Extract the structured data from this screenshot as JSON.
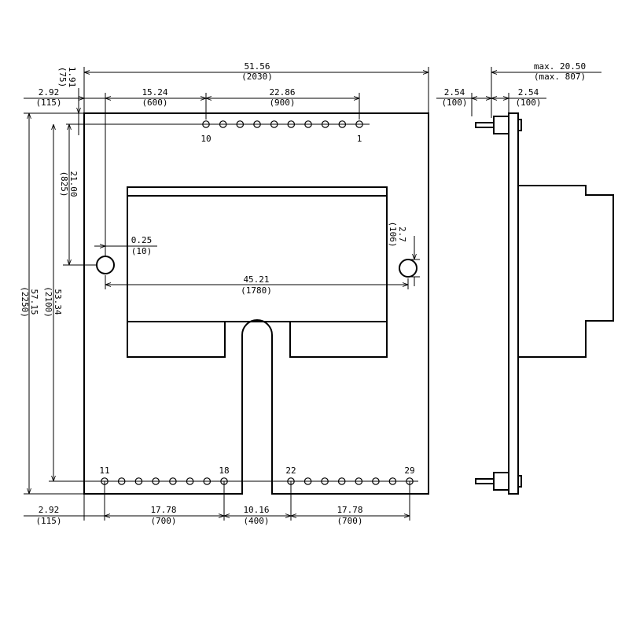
{
  "labels": {
    "top_w": [
      "51.56",
      "(2030)"
    ],
    "left_h": [
      "1.91",
      "(75)"
    ],
    "off": [
      "2.92",
      "(115)"
    ],
    "p1": [
      "15.24",
      "(600)"
    ],
    "p2": [
      "22.86",
      "(900)"
    ],
    "d21": [
      "21.00",
      "(825)"
    ],
    "d025": [
      "0.25",
      "(10)"
    ],
    "d27": [
      "2.7",
      "(106)"
    ],
    "d4521": [
      "45.21",
      "(1780)"
    ],
    "d5334": [
      "53.34",
      "(2100)"
    ],
    "d5715": [
      "57.15",
      "(2250)"
    ],
    "b_off": [
      "2.92",
      "(115)"
    ],
    "b1": [
      "17.78",
      "(700)"
    ],
    "b2": [
      "10.16",
      "(400)"
    ],
    "b3": [
      "17.78",
      "(700)"
    ],
    "side_max": [
      "max. 20.50",
      "(max. 807)"
    ],
    "side_a": [
      "2.54",
      "(100)"
    ],
    "side_b": [
      "2.54",
      "(100)"
    ]
  },
  "pins": {
    "p10": "10",
    "p1": "1",
    "p11": "11",
    "p18": "18",
    "p22": "22",
    "p29": "29"
  }
}
